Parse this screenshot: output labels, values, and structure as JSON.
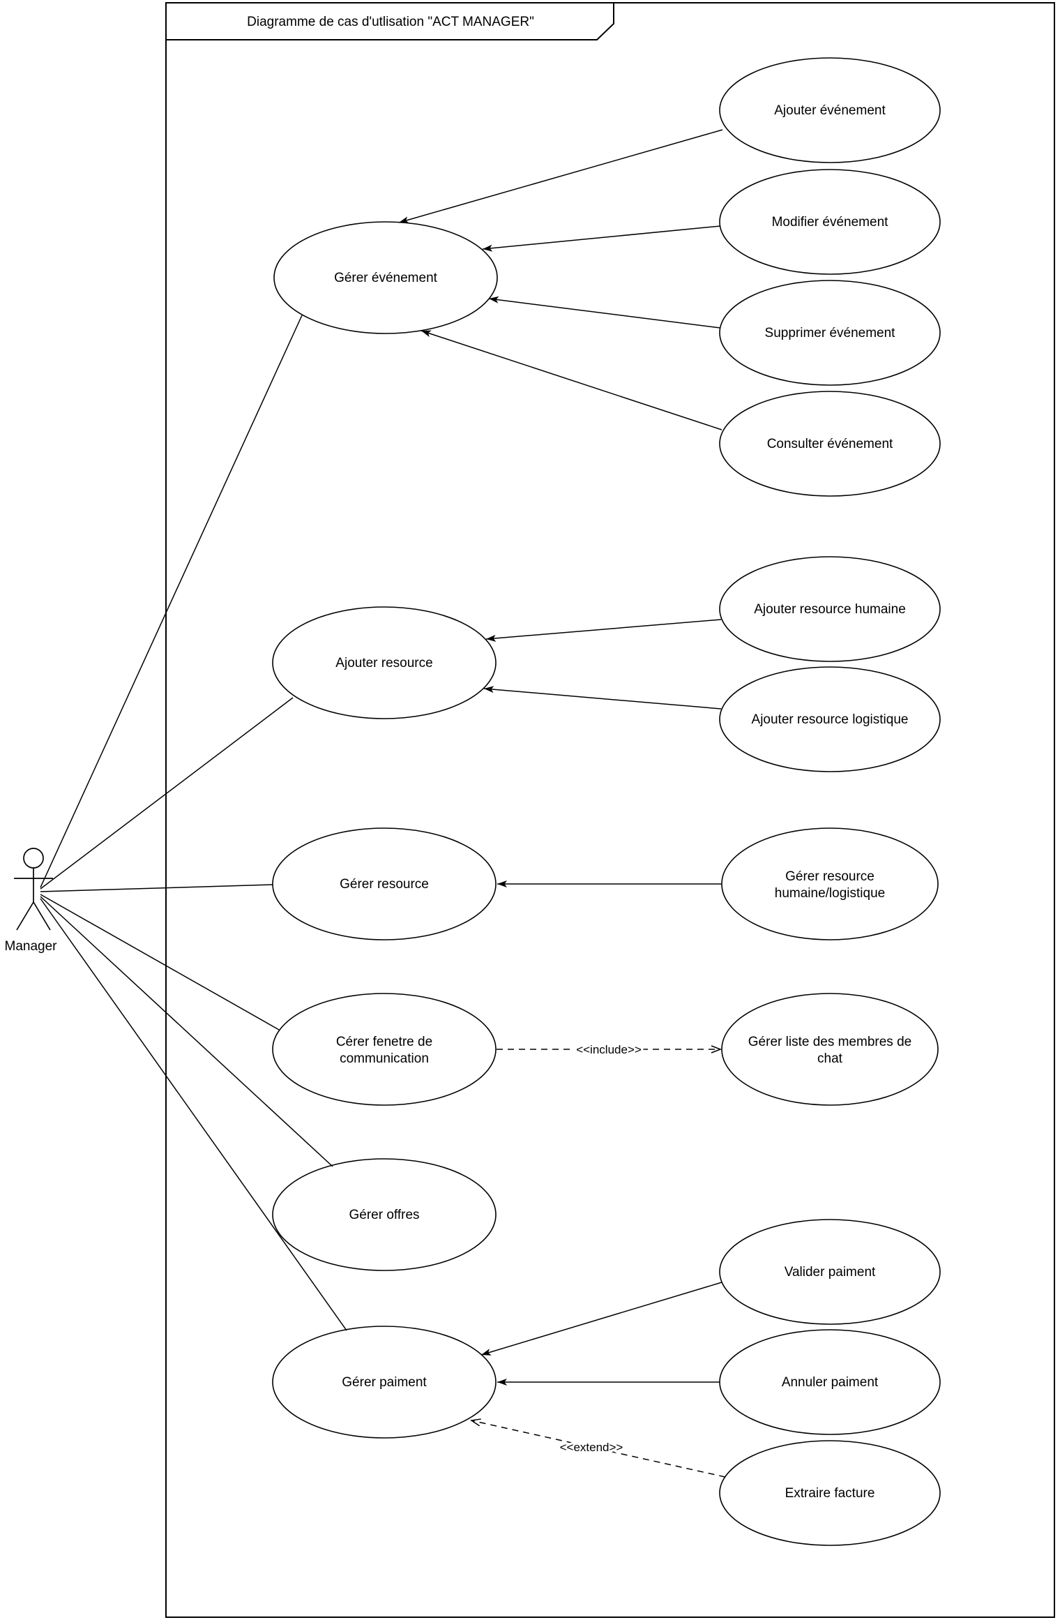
{
  "title": "Diagramme de cas d'utlisation \"ACT MANAGER\"",
  "actor": {
    "name": "Manager"
  },
  "use_cases": {
    "gerer_evenement": {
      "label": "Gérer événement"
    },
    "ajouter_evenement": {
      "label": "Ajouter événement"
    },
    "modifier_evenement": {
      "label": "Modifier événement"
    },
    "supprimer_evenement": {
      "label": "Supprimer événement"
    },
    "consulter_evenement": {
      "label": "Consulter événement"
    },
    "ajouter_resource": {
      "label": "Ajouter resource"
    },
    "ajouter_resource_humaine": {
      "label": "Ajouter resource humaine"
    },
    "ajouter_resource_logistique": {
      "label": "Ajouter resource logistique"
    },
    "gerer_resource": {
      "label": "Gérer resource"
    },
    "gerer_resource_humaine_logistique": {
      "line1": "Gérer resource",
      "line2": "humaine/logistique"
    },
    "cerer_fenetre_communication": {
      "line1": "Cérer fenetre de",
      "line2": "communication"
    },
    "gerer_liste_membres_chat": {
      "line1": "Gérer liste des membres de",
      "line2": "chat"
    },
    "gerer_offres": {
      "label": "Gérer offres"
    },
    "gerer_paiment": {
      "label": "Gérer paiment"
    },
    "valider_paiment": {
      "label": "Valider paiment"
    },
    "annuler_paiment": {
      "label": "Annuler paiment"
    },
    "extraire_facture": {
      "label": "Extraire facture"
    }
  },
  "relations": {
    "include_label": "<<include>>",
    "extend_label": "<<extend>>",
    "edges": [
      {
        "from": "Manager",
        "to": "Gérer événement",
        "type": "association"
      },
      {
        "from": "Manager",
        "to": "Ajouter resource",
        "type": "association"
      },
      {
        "from": "Manager",
        "to": "Gérer resource",
        "type": "association"
      },
      {
        "from": "Manager",
        "to": "Cérer fenetre de communication",
        "type": "association"
      },
      {
        "from": "Manager",
        "to": "Gérer offres",
        "type": "association"
      },
      {
        "from": "Manager",
        "to": "Gérer paiment",
        "type": "association"
      },
      {
        "from": "Ajouter événement",
        "to": "Gérer événement",
        "type": "arrow"
      },
      {
        "from": "Modifier événement",
        "to": "Gérer événement",
        "type": "arrow"
      },
      {
        "from": "Supprimer événement",
        "to": "Gérer événement",
        "type": "arrow"
      },
      {
        "from": "Consulter événement",
        "to": "Gérer événement",
        "type": "arrow"
      },
      {
        "from": "Ajouter resource humaine",
        "to": "Ajouter resource",
        "type": "arrow"
      },
      {
        "from": "Ajouter resource logistique",
        "to": "Ajouter resource",
        "type": "arrow"
      },
      {
        "from": "Gérer resource humaine/logistique",
        "to": "Gérer resource",
        "type": "arrow"
      },
      {
        "from": "Cérer fenetre de communication",
        "to": "Gérer liste des membres de chat",
        "type": "include"
      },
      {
        "from": "Valider paiment",
        "to": "Gérer paiment",
        "type": "arrow"
      },
      {
        "from": "Annuler paiment",
        "to": "Gérer paiment",
        "type": "arrow"
      },
      {
        "from": "Extraire facture",
        "to": "Gérer paiment",
        "type": "extend"
      }
    ]
  },
  "colors": {
    "stroke": "#000000",
    "shape_fill": "#ffffff",
    "background": "#ffffff"
  }
}
